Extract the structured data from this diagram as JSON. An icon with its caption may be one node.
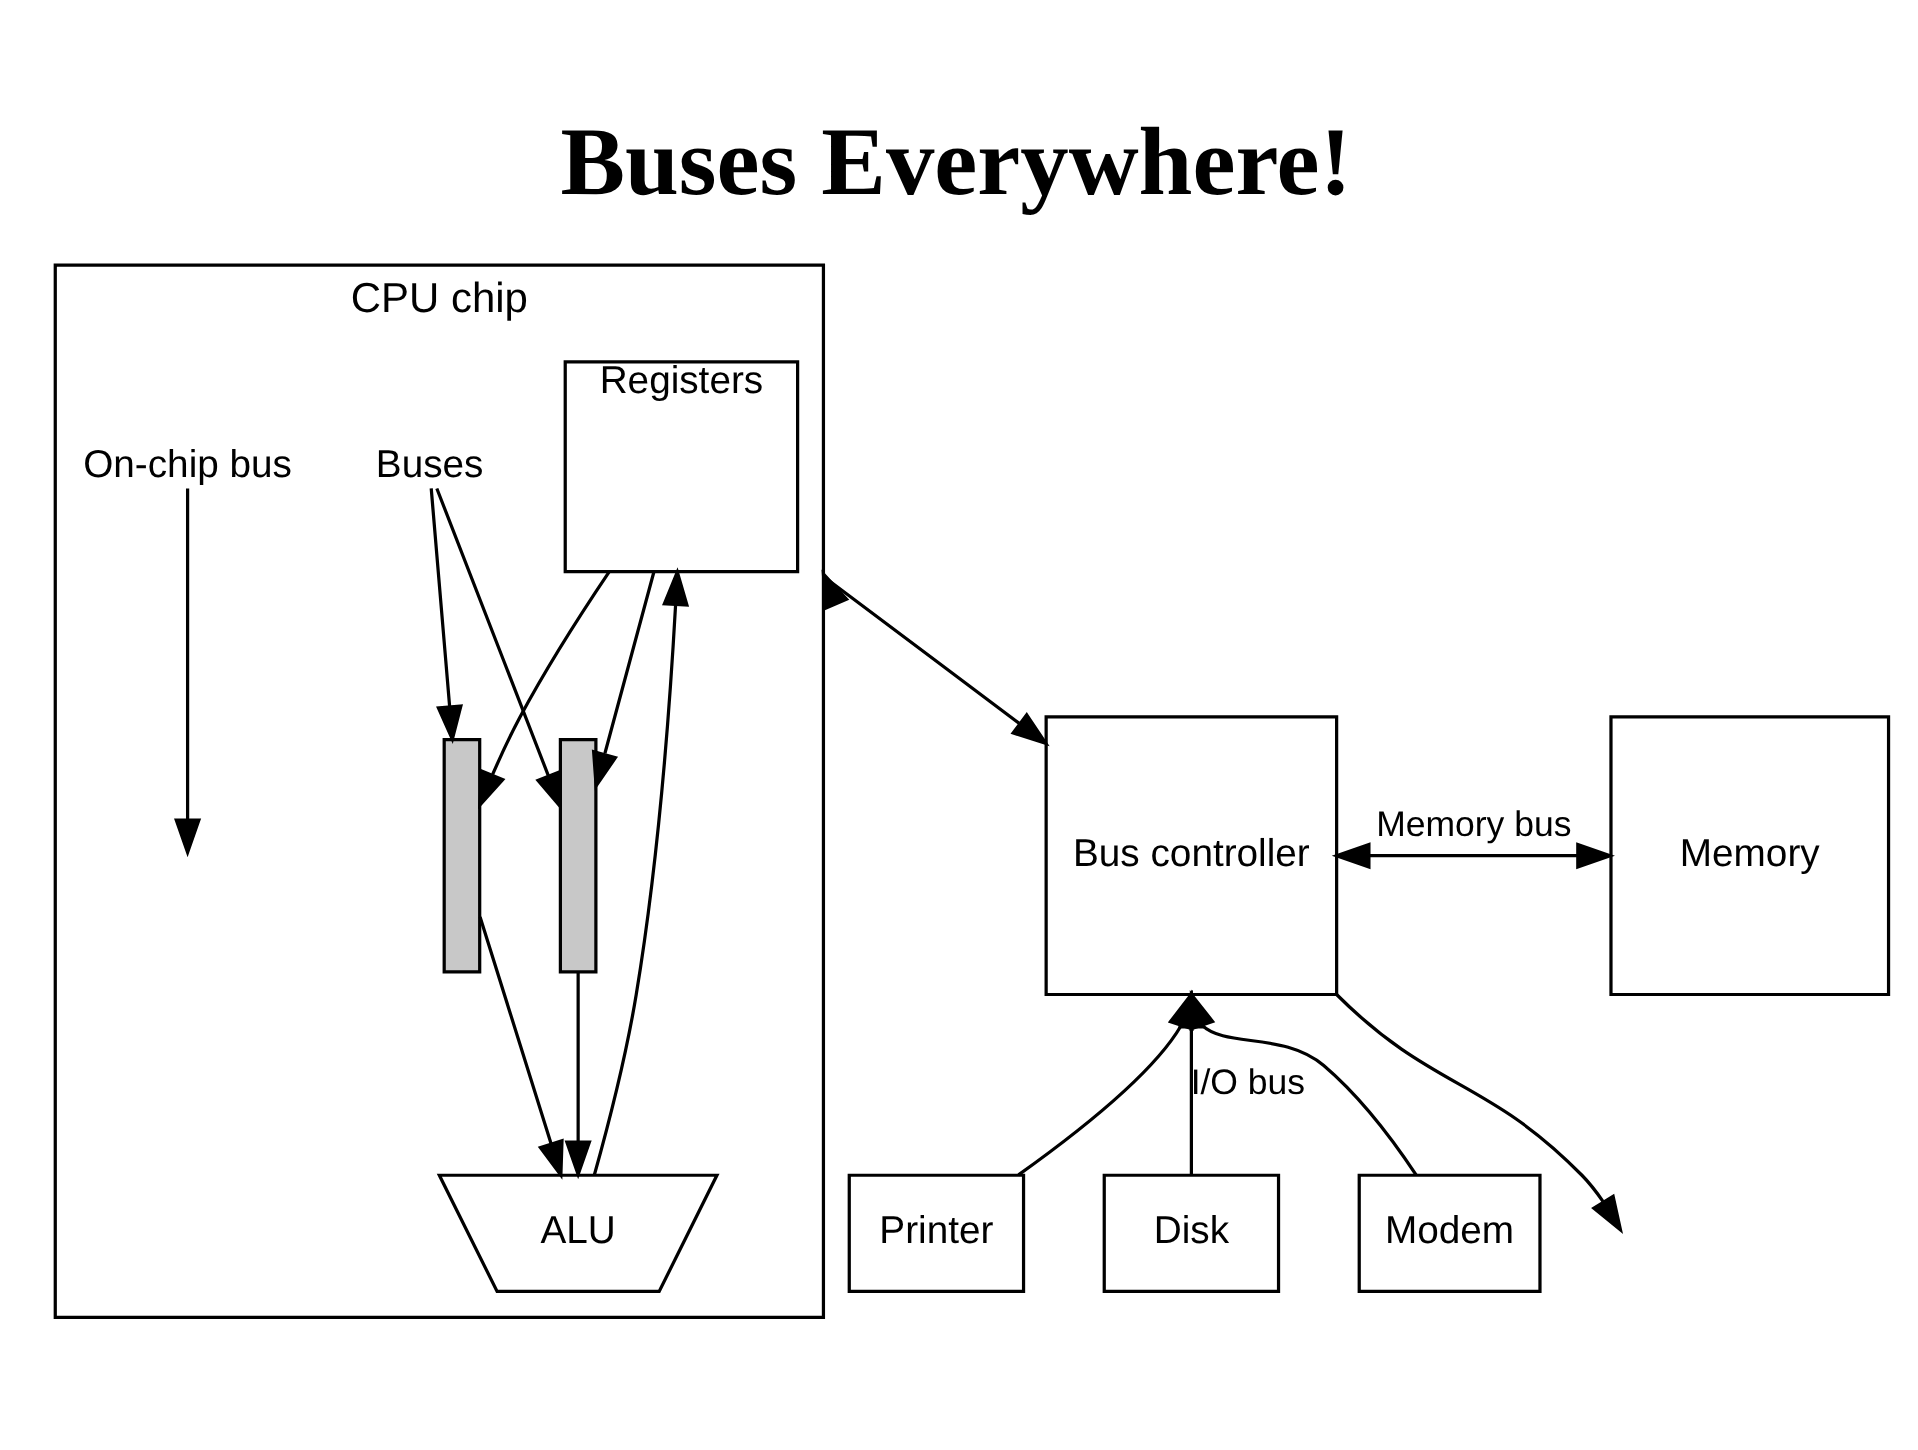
{
  "diagram": {
    "title": "Buses Everywhere!",
    "nodes": [
      {
        "text": [
          "CPU chip"
        ]
      },
      {
        "text": [
          "Registers"
        ],
        "in": 0
      },
      {
        "text": [],
        "shape": "bar",
        "in": 0
      },
      {
        "text": [],
        "shape": "bar",
        "in": 0
      },
      {
        "text": [
          "ALU"
        ],
        "in": 0
      },
      {
        "text": [
          "Buses"
        ],
        "in": 0
      },
      {
        "text": [
          "On-chip bus"
        ],
        "in": 0
      },
      {
        "text": [
          "Bus controller"
        ]
      },
      {
        "text": [
          "Memory"
        ]
      },
      {
        "text": [
          "Disk"
        ]
      },
      {
        "text": [
          "Modem"
        ]
      },
      {
        "text": [
          "Printer"
        ]
      }
    ],
    "edges": [
      {
        "from": 1,
        "to": 3,
        "arrow": "to"
      },
      {
        "from": 1,
        "to": 2,
        "arrow": "to"
      },
      {
        "from": 2,
        "to": 4,
        "arrow": "to"
      },
      {
        "from": 3,
        "to": 4,
        "arrow": "to"
      },
      {
        "from": 4,
        "to": 1,
        "arrow": "to"
      },
      {
        "from": 5,
        "to": 2,
        "arrow": "to"
      },
      {
        "from": 5,
        "to": 3,
        "arrow": "to"
      },
      {
        "from": 6,
        "to": null,
        "arrow": "to"
      },
      {
        "from": 0,
        "to": 7,
        "arrow": "both"
      },
      {
        "from": 7,
        "to": 8,
        "arrow": "both",
        "label": "Memory bus"
      },
      {
        "from": 9,
        "to": 7,
        "arrow": "to",
        "label": "I/O bus"
      },
      {
        "from": 10,
        "to": 7,
        "arrow": "to"
      },
      {
        "from": 11,
        "to": 7,
        "arrow": "to"
      },
      {
        "from": 7,
        "to": null,
        "arrow": "to"
      }
    ]
  }
}
